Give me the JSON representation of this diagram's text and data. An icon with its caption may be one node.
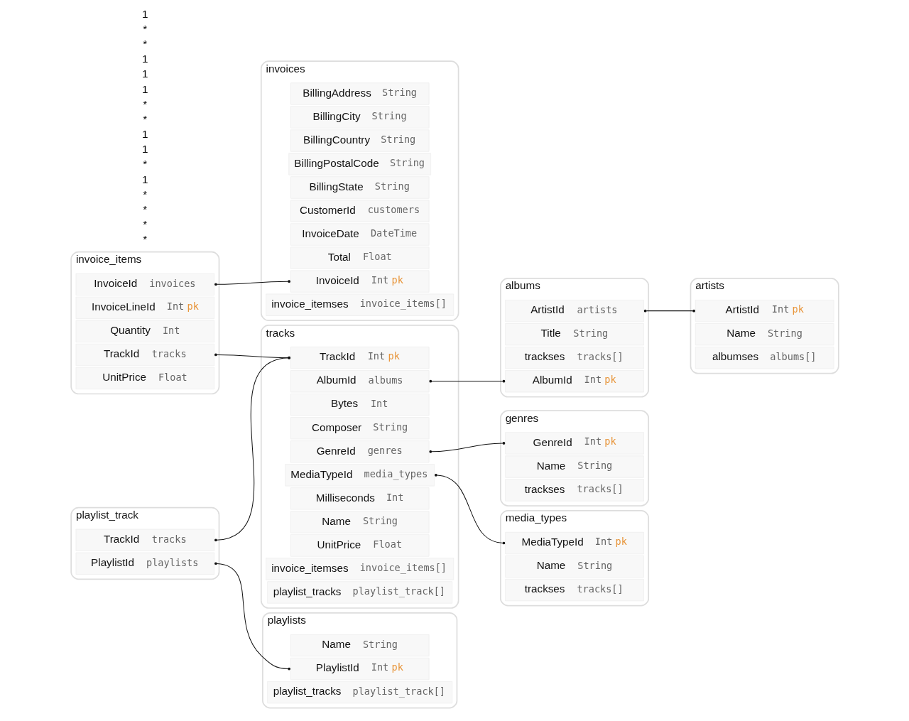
{
  "diagram": {
    "nodes": [
      {
        "text": [
          "artists"
        ]
      },
      {
        "text": [
          "ArtistId",
          "Int",
          "pk"
        ],
        "in": 0
      },
      {
        "text": [
          "Name",
          "String"
        ],
        "in": 0
      },
      {
        "text": [
          "albumses",
          "albums[]"
        ],
        "in": 0
      },
      {
        "text": [
          "albums"
        ]
      },
      {
        "text": [
          "ArtistId",
          "artists"
        ],
        "in": 4
      },
      {
        "text": [
          "Title",
          "String"
        ],
        "in": 4
      },
      {
        "text": [
          "trackses",
          "tracks[]"
        ],
        "in": 4
      },
      {
        "text": [
          "AlbumId",
          "Int",
          "pk"
        ],
        "in": 4
      },
      {
        "text": [
          "invoices"
        ]
      },
      {
        "text": [
          "BillingAddress",
          "String"
        ],
        "in": 9
      },
      {
        "text": [
          "BillingCity",
          "String"
        ],
        "in": 9
      },
      {
        "text": [
          "BillingCountry",
          "String"
        ],
        "in": 9
      },
      {
        "text": [
          "BillingPostalCode",
          "String"
        ],
        "in": 9
      },
      {
        "text": [
          "BillingState",
          "String"
        ],
        "in": 9
      },
      {
        "text": [
          "CustomerId",
          "customers"
        ],
        "in": 9
      },
      {
        "text": [
          "InvoiceDate",
          "DateTime"
        ],
        "in": 9
      },
      {
        "text": [
          "Total",
          "Float"
        ],
        "in": 9
      },
      {
        "text": [
          "InvoiceId",
          "Int",
          "pk"
        ],
        "in": 9
      },
      {
        "text": [
          "invoice_itemses",
          "invoice_items[]"
        ],
        "in": 9
      },
      {
        "text": [
          "invoice_items"
        ]
      },
      {
        "text": [
          "InvoiceId",
          "invoices"
        ],
        "in": 20
      },
      {
        "text": [
          "InvoiceLineId",
          "Int",
          "pk"
        ],
        "in": 20
      },
      {
        "text": [
          "Quantity",
          "Int"
        ],
        "in": 20
      },
      {
        "text": [
          "TrackId",
          "tracks"
        ],
        "in": 20
      },
      {
        "text": [
          "UnitPrice",
          "Float"
        ],
        "in": 20
      },
      {
        "text": [
          "playlists"
        ]
      },
      {
        "text": [
          "Name",
          "String"
        ],
        "in": 26
      },
      {
        "text": [
          "PlaylistId",
          "Int",
          "pk"
        ],
        "in": 26
      },
      {
        "text": [
          "playlist_tracks",
          "playlist_track[]"
        ],
        "in": 26
      },
      {
        "text": [
          "playlist_track"
        ]
      },
      {
        "text": [
          "PlaylistId",
          "playlists"
        ],
        "in": 30
      },
      {
        "text": [
          "TrackId",
          "tracks"
        ],
        "in": 30
      },
      {
        "text": [
          "tracks"
        ]
      },
      {
        "text": [
          "TrackId",
          "Int",
          "pk"
        ],
        "in": 33
      },
      {
        "text": [
          "AlbumId",
          "albums"
        ],
        "in": 33
      },
      {
        "text": [
          "Bytes",
          "Int"
        ],
        "in": 33
      },
      {
        "text": [
          "Composer",
          "String"
        ],
        "in": 33
      },
      {
        "text": [
          "GenreId",
          "genres"
        ],
        "in": 33
      },
      {
        "text": [
          "MediaTypeId",
          "media_types"
        ],
        "in": 33
      },
      {
        "text": [
          "Milliseconds",
          "Int"
        ],
        "in": 33
      },
      {
        "text": [
          "Name",
          "String"
        ],
        "in": 33
      },
      {
        "text": [
          "UnitPrice",
          "Float"
        ],
        "in": 33
      },
      {
        "text": [
          "invoice_itemses",
          "invoice_items[]"
        ],
        "in": 33
      },
      {
        "text": [
          "playlist_tracks",
          "playlist_track[]"
        ],
        "in": 33
      },
      {
        "text": [
          "genres"
        ]
      },
      {
        "text": [
          "GenreId",
          "Int",
          "pk"
        ],
        "in": 45
      },
      {
        "text": [
          "Name",
          "String"
        ],
        "in": 45
      },
      {
        "text": [
          "trackses",
          "tracks[]"
        ],
        "in": 45
      },
      {
        "text": [
          "media_types"
        ]
      },
      {
        "text": [
          "MediaTypeId",
          "Int",
          "pk"
        ],
        "in": 49
      },
      {
        "text": [
          "Name",
          "String"
        ],
        "in": 49
      },
      {
        "text": [
          "trackses",
          "tracks[]"
        ],
        "in": 49
      }
    ],
    "edges": [
      {
        "from": 5,
        "to": 1,
        "arrow": "other"
      },
      {
        "from": 35,
        "to": 8,
        "arrow": "other"
      },
      {
        "from": 21,
        "to": 18,
        "arrow": "other"
      },
      {
        "from": 24,
        "to": 34,
        "arrow": "other"
      },
      {
        "from": 31,
        "to": 28,
        "arrow": "other"
      },
      {
        "from": 32,
        "to": 34,
        "arrow": "other"
      },
      {
        "from": 38,
        "to": 46,
        "arrow": "other"
      },
      {
        "from": 39,
        "to": 50,
        "arrow": "other"
      }
    ],
    "labels": [
      "*",
      "*",
      "*",
      "*",
      "1",
      "*",
      "1",
      "1",
      "*",
      "*",
      "1",
      "1",
      "1",
      "*",
      "*",
      "1"
    ]
  }
}
